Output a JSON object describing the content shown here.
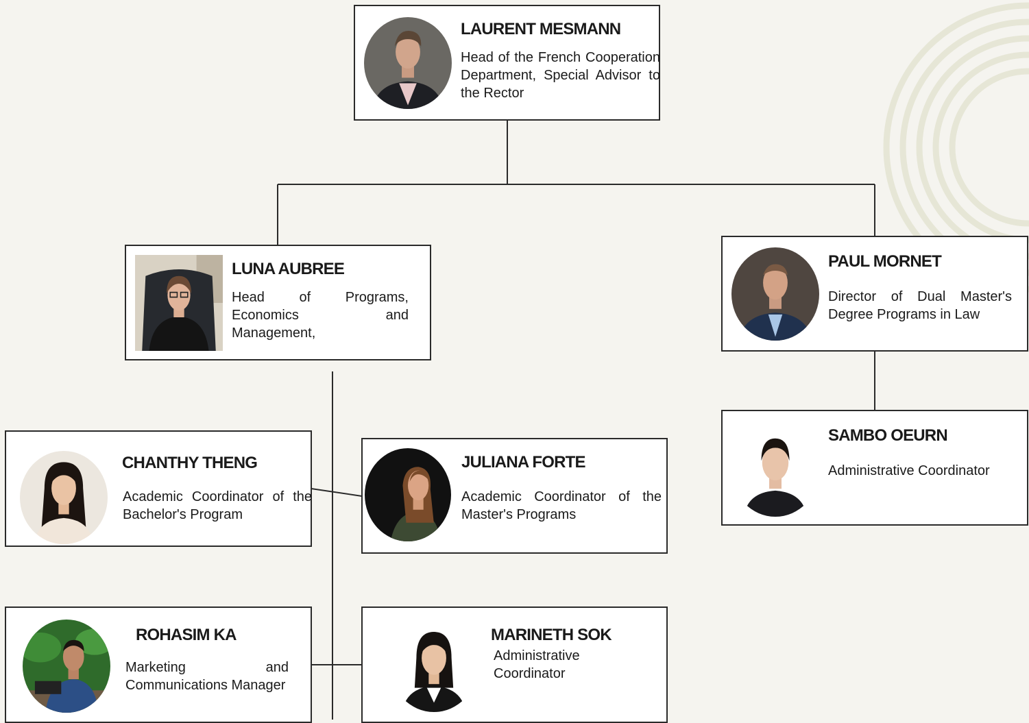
{
  "colors": {
    "background": "#f5f4ef",
    "card": "#ffffff",
    "border": "#2a2a2a",
    "connector": "#2a2a2a",
    "rings": "#e6e6d6"
  },
  "people": {
    "laurent": {
      "name": "LAURENT MESMANN",
      "role": "Head of the French Cooperation Department, Special Advisor to the Rector",
      "photo": "portrait-photo"
    },
    "luna": {
      "name": "LUNA AUBREE",
      "role": "Head of Programs, Economics and Management,",
      "photo": "portrait-photo"
    },
    "paul": {
      "name": "PAUL MORNET",
      "role": "Director of Dual Master's Degree Programs in Law",
      "photo": "portrait-photo"
    },
    "sambo": {
      "name": "SAMBO OEURN",
      "role": "Administrative Coordinator",
      "photo": "portrait-photo"
    },
    "chanthy": {
      "name": "CHANTHY THENG",
      "role": "Academic Coordinator of the Bachelor's Program",
      "photo": "portrait-photo"
    },
    "juliana": {
      "name": "JULIANA FORTE",
      "role": "Academic Coordinator of the Master's Programs",
      "photo": "portrait-photo"
    },
    "rohasim": {
      "name": "ROHASIM KA",
      "role": "Marketing and Communications Manager",
      "photo": "portrait-photo"
    },
    "marineth": {
      "name": "MARINETH SOK",
      "role": "Administrative Coordinator",
      "photo": "portrait-photo"
    }
  }
}
